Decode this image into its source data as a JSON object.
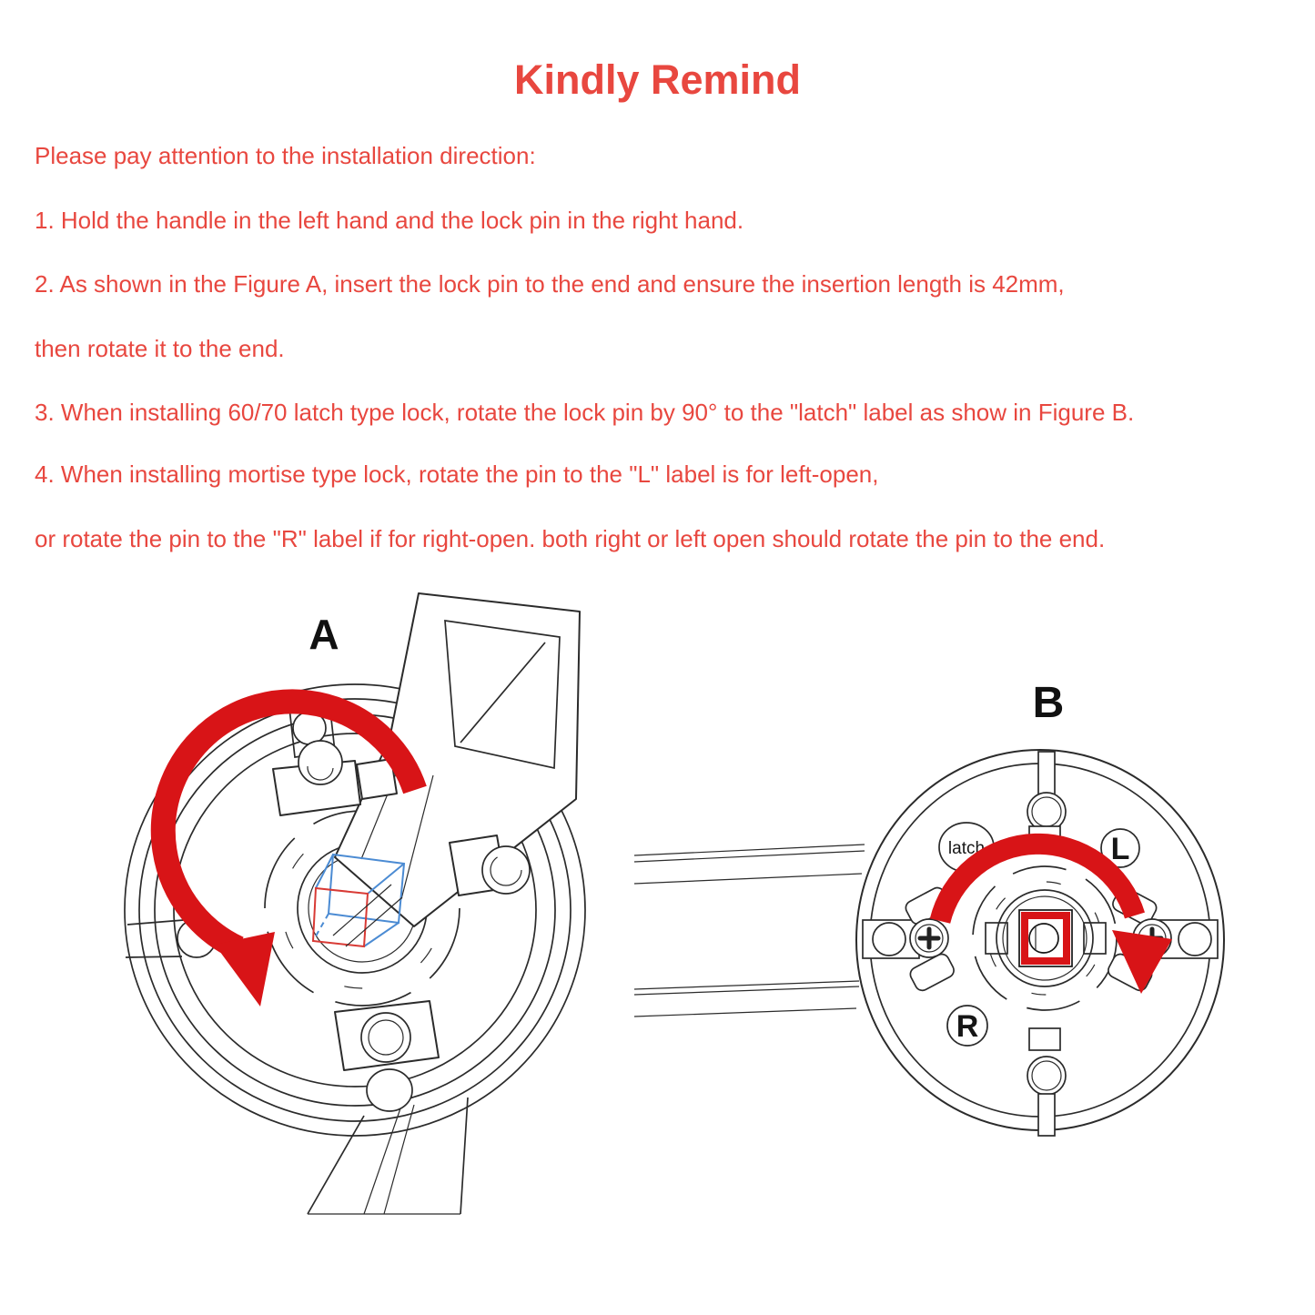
{
  "title": {
    "text": "Kindly Remind"
  },
  "instructions": {
    "intro": "Please pay attention to the installation direction:",
    "lines": [
      "1. Hold the handle in the left hand and the lock pin in the right hand.",
      "2. As shown in the Figure A, insert the lock pin to the end and ensure the insertion length is 42mm,",
      "then rotate it to the end.",
      "3. When installing 60/70 latch type lock, rotate the lock pin by 90° to the \"latch\" label as show in Figure B.",
      "4. When installing mortise type lock, rotate the pin to the \"L\" label is for left-open,",
      "or rotate the pin to the \"R\" label if for right-open. both right or left open should rotate the pin to the end."
    ]
  },
  "figures": {
    "figure_a": {
      "label": "A",
      "rotation_shown": "counterclockwise"
    },
    "figure_b": {
      "label": "B",
      "latch_label": "latch",
      "left_label": "L",
      "right_label": "R",
      "rotation_shown": "clockwise"
    }
  },
  "colors": {
    "title_red": "#e8473f",
    "body_red": "#e8473f",
    "arrow_red": "#d81417",
    "cube_blue": "#4b8bd3",
    "cube_red": "#d83a35",
    "line_dark": "#2b2b2b"
  }
}
